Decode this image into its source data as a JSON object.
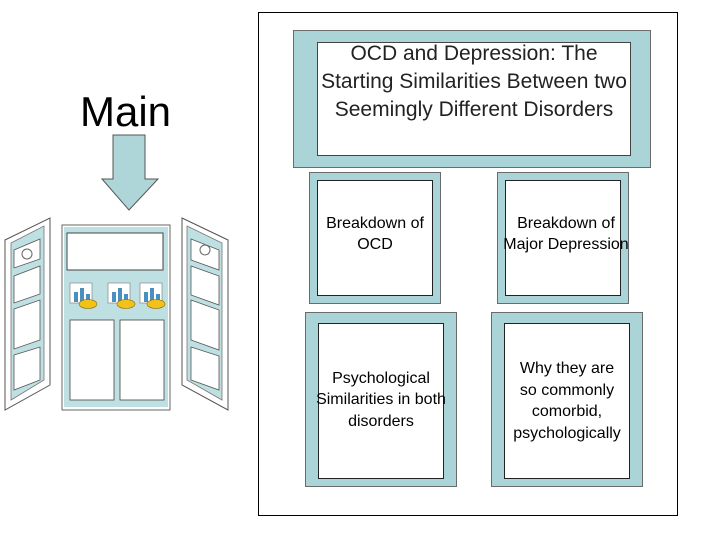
{
  "main_label": "Main",
  "title": "OCD and Depression: The Starting Similarities Between two Seemingly Different Disorders",
  "cards": [
    {
      "text": "Breakdown of\nOCD"
    },
    {
      "text": "Breakdown of\nMajor Depression"
    },
    {
      "text": "Psychological\nSimilarities in both\ndisorders"
    },
    {
      "text": "Why they are\nso commonly\ncomorbid,\npsychologically"
    }
  ],
  "colors": {
    "panel_fill": "#aad4d8",
    "arrow_fill": "#aed5d8",
    "chart_icon": "#4a8fc0",
    "coin_icon": "#f2c21b"
  }
}
